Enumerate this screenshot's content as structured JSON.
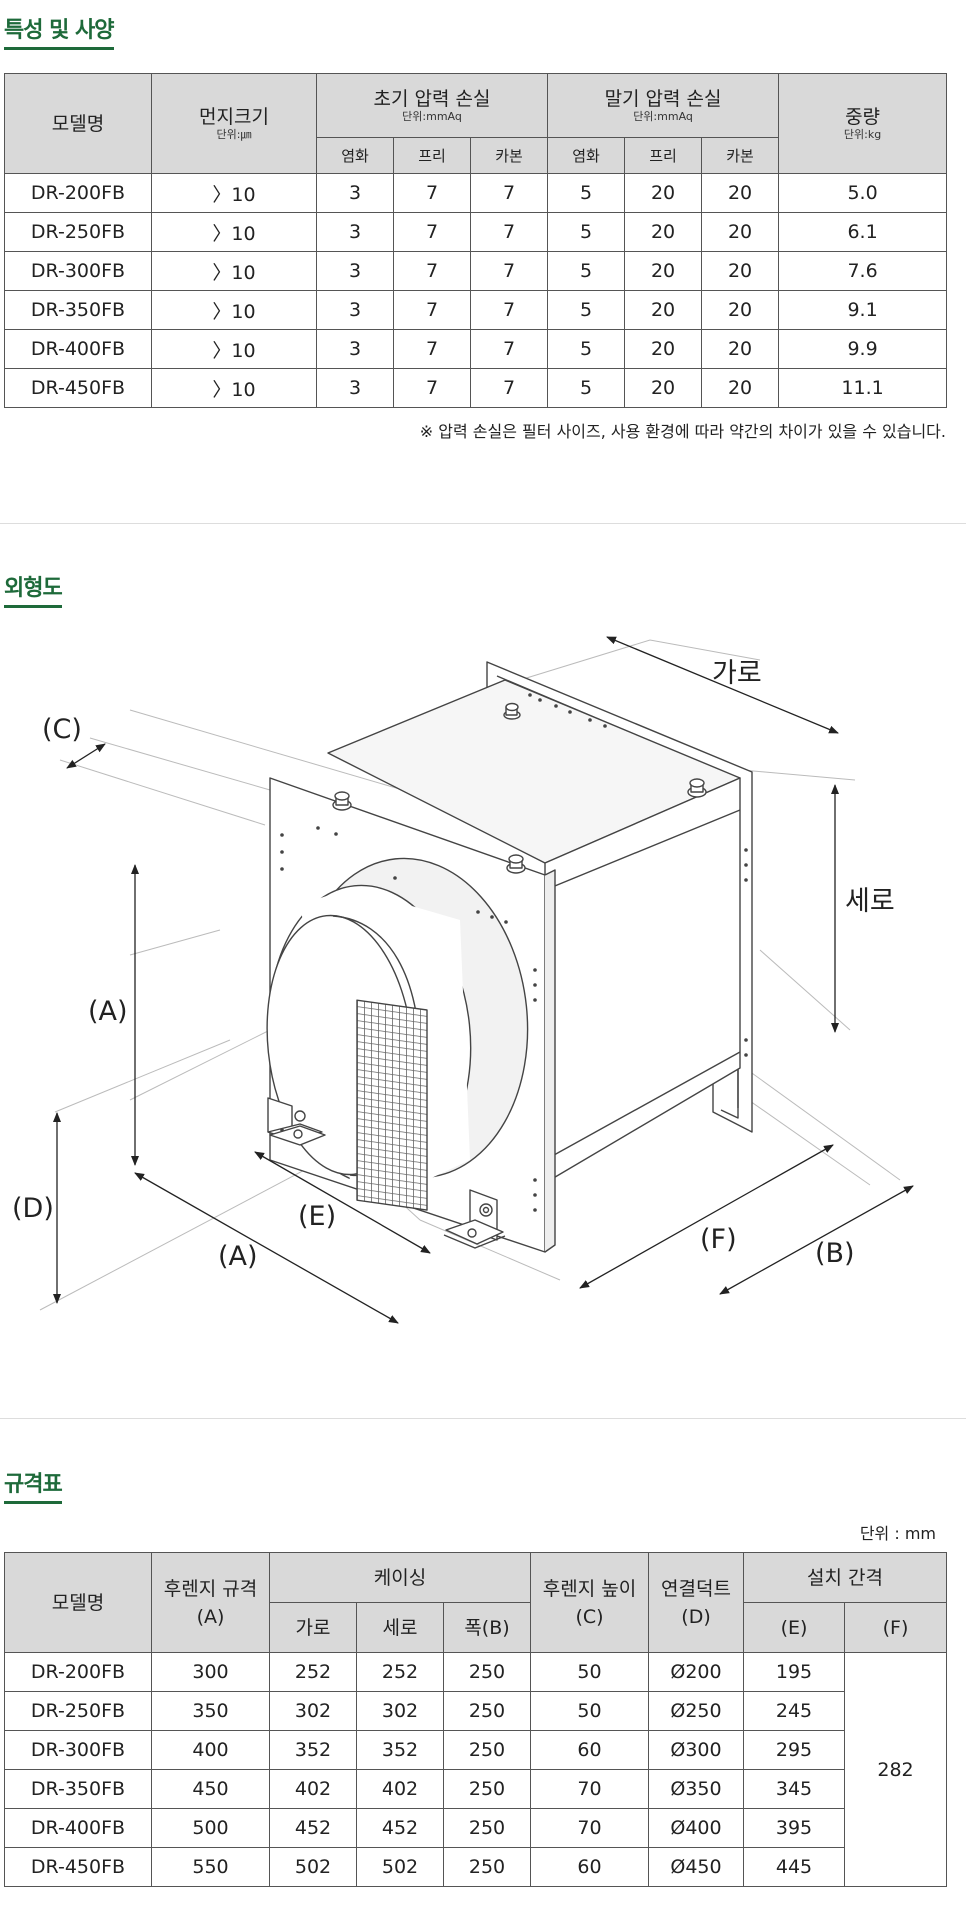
{
  "sections": {
    "spec_title": "특성 및 사양",
    "outline_title": "외형도",
    "size_title": "규격표"
  },
  "spec_table": {
    "headers": {
      "model": "모델명",
      "dust": "먼지크기",
      "dust_unit": "단위:㎛",
      "initial": "초기 압력 손실",
      "initial_unit": "단위:mmAq",
      "final": "말기 압력 손실",
      "final_unit": "단위:mmAq",
      "weight": "중량",
      "weight_unit": "단위:kg",
      "sub": [
        "염화",
        "프리",
        "카본",
        "염화",
        "프리",
        "카본"
      ]
    },
    "rows": [
      [
        "DR-200FB",
        "〉10",
        "3",
        "7",
        "7",
        "5",
        "20",
        "20",
        "5.0"
      ],
      [
        "DR-250FB",
        "〉10",
        "3",
        "7",
        "7",
        "5",
        "20",
        "20",
        "6.1"
      ],
      [
        "DR-300FB",
        "〉10",
        "3",
        "7",
        "7",
        "5",
        "20",
        "20",
        "7.6"
      ],
      [
        "DR-350FB",
        "〉10",
        "3",
        "7",
        "7",
        "5",
        "20",
        "20",
        "9.1"
      ],
      [
        "DR-400FB",
        "〉10",
        "3",
        "7",
        "7",
        "5",
        "20",
        "20",
        "9.9"
      ],
      [
        "DR-450FB",
        "〉10",
        "3",
        "7",
        "7",
        "5",
        "20",
        "20",
        "11.1"
      ]
    ],
    "note": "※ 압력 손실은 필터 사이즈, 사용 환경에 따라 약간의 차이가 있을 수 있습니다."
  },
  "drawing": {
    "labels": {
      "width": "가로",
      "height": "세로",
      "c": "(C)",
      "a_vert": "(A)",
      "d": "(D)",
      "e": "(E)",
      "a_horiz": "(A)",
      "f": "(F)",
      "b": "(B)"
    }
  },
  "size_table": {
    "unit": "단위 : mm",
    "headers": {
      "model": "모델명",
      "filter": "후렌지 규격",
      "filter_code": "(A)",
      "casing": "케이싱",
      "casing_w": "가로",
      "casing_h": "세로",
      "casing_d": "폭(B)",
      "flange_h": "후렌지 높이",
      "flange_h_code": "(C)",
      "duct": "연결덕트",
      "duct_code": "(D)",
      "gap": "설치 간격",
      "gap_e": "(E)",
      "gap_f": "(F)"
    },
    "rows": [
      [
        "DR-200FB",
        "300",
        "252",
        "252",
        "250",
        "50",
        "Ø200",
        "195"
      ],
      [
        "DR-250FB",
        "350",
        "302",
        "302",
        "250",
        "50",
        "Ø250",
        "245"
      ],
      [
        "DR-300FB",
        "400",
        "352",
        "352",
        "250",
        "60",
        "Ø300",
        "295"
      ],
      [
        "DR-350FB",
        "450",
        "402",
        "402",
        "250",
        "70",
        "Ø350",
        "345"
      ],
      [
        "DR-400FB",
        "500",
        "452",
        "452",
        "250",
        "70",
        "Ø400",
        "395"
      ],
      [
        "DR-450FB",
        "550",
        "502",
        "502",
        "250",
        "60",
        "Ø450",
        "445"
      ]
    ],
    "f_value": "282"
  }
}
